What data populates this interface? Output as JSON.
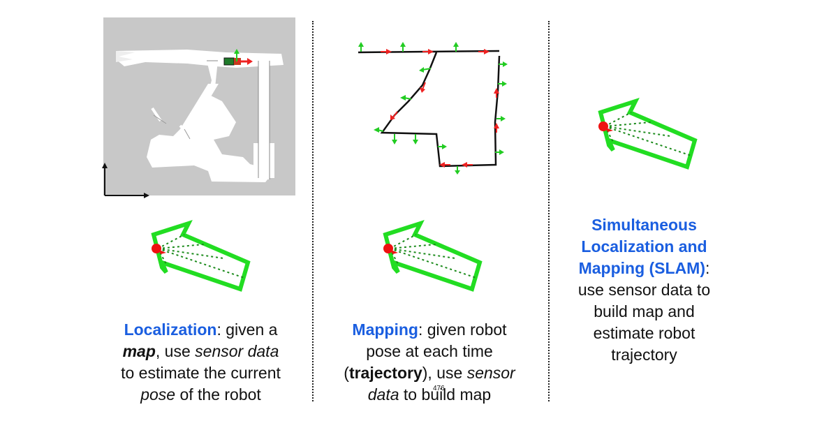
{
  "columns": [
    {
      "id": "localization",
      "caption": {
        "term": "Localization",
        "t1": ": given a",
        "map": "map",
        "t2": ", use ",
        "sensor_data": "sensor data",
        "t3": "to estimate the current",
        "pose": "pose",
        "t4": " of the robot"
      }
    },
    {
      "id": "mapping",
      "caption": {
        "term": "Mapping",
        "t1": ": given robot",
        "t2": "pose at each time",
        "paren_open": "(",
        "trajectory": "trajectory",
        "t3": "), use ",
        "sensor": "sensor",
        "data": "data",
        "t4": " to build map"
      }
    },
    {
      "id": "slam",
      "caption": {
        "l1": "Simultaneous",
        "l2": "Localization and",
        "l3": "Mapping (SLAM)",
        "colon": ":",
        "l4": "use sensor data to",
        "l5": "build map and",
        "l6": "estimate robot",
        "l7": "trajectory"
      }
    }
  ],
  "page_number": "476",
  "colors": {
    "accent_blue": "#1a5ee0",
    "robot_outline": "#22dd22",
    "robot_dot": "#ee1111",
    "arrow_red": "#ee2222",
    "arrow_green": "#22cc22",
    "map_bg": "#c8c8c8",
    "map_free": "#ffffff"
  },
  "icons": [
    "robot-sensor-icon",
    "occupancy-map",
    "trajectory-path"
  ]
}
